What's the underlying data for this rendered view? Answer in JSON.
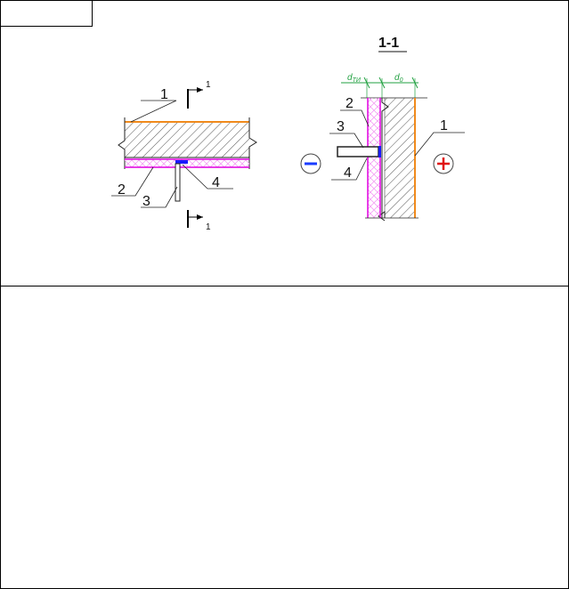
{
  "left_detail": {
    "callouts": [
      "1",
      "2",
      "3",
      "4"
    ],
    "section_mark_top": "1",
    "section_mark_bottom": "1"
  },
  "section_detail": {
    "title": "1-1",
    "dim_insulation": "d",
    "dim_insulation_sub": "ТИ",
    "dim_wall": "d",
    "dim_wall_sub": "0",
    "callouts": [
      "1",
      "2",
      "3",
      "4"
    ],
    "minus_sign": "−",
    "plus_sign": "+"
  },
  "colors": {
    "insulation": "#e000e0",
    "surface": "#f08a1c",
    "bracket_pad": "#1a1aff",
    "minus": "#1a3cff",
    "plus": "#e01010",
    "dimension": "#20a040"
  }
}
